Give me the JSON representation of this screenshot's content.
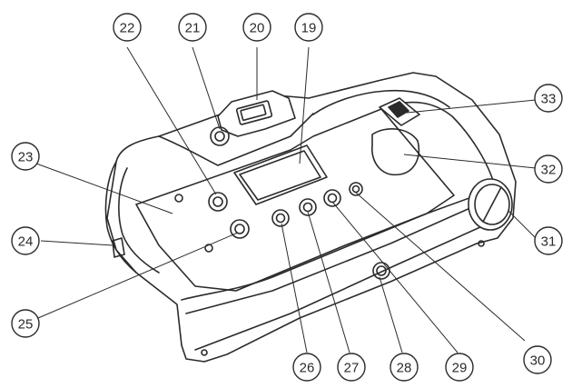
{
  "callouts": [
    {
      "id": "c19",
      "number": "19"
    },
    {
      "id": "c20",
      "number": "20"
    },
    {
      "id": "c21",
      "number": "21"
    },
    {
      "id": "c22",
      "number": "22"
    },
    {
      "id": "c23",
      "number": "23"
    },
    {
      "id": "c24",
      "number": "24"
    },
    {
      "id": "c25",
      "number": "25"
    },
    {
      "id": "c26",
      "number": "26"
    },
    {
      "id": "c27",
      "number": "27"
    },
    {
      "id": "c28",
      "number": "28"
    },
    {
      "id": "c29",
      "number": "29"
    },
    {
      "id": "c30",
      "number": "30"
    },
    {
      "id": "c31",
      "number": "31"
    },
    {
      "id": "c32",
      "number": "32"
    },
    {
      "id": "c33",
      "number": "33"
    }
  ],
  "colors": {
    "ink": "#2b2b2b",
    "body_fill": "#ffffff",
    "background": "#ffffff"
  }
}
